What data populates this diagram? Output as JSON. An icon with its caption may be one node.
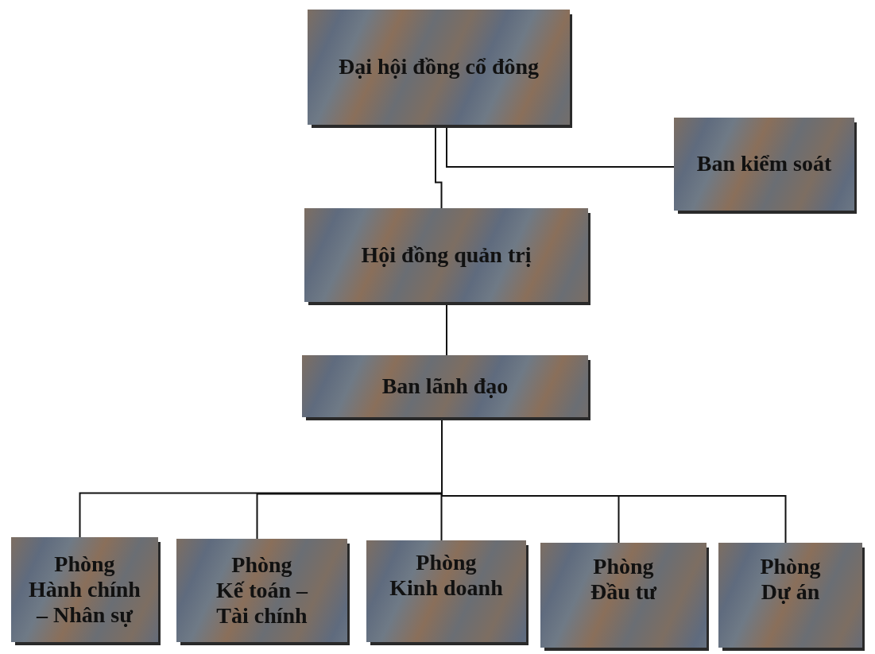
{
  "diagram": {
    "nodes": [
      {
        "text": [
          "Đại hội đồng cổ đông"
        ]
      },
      {
        "text": [
          "Ban kiểm soát"
        ]
      },
      {
        "text": [
          "Hội đồng quản trị"
        ]
      },
      {
        "text": [
          "Ban lãnh đạo"
        ]
      },
      {
        "text": [
          "Phòng Hành chính – Nhân sự"
        ]
      },
      {
        "text": [
          "Phòng Kế toán – Tài chính"
        ]
      },
      {
        "text": [
          "Phòng Kinh doanh"
        ]
      },
      {
        "text": [
          "Phòng Đầu tư"
        ]
      },
      {
        "text": [
          "Phòng Dự án"
        ]
      }
    ],
    "edges": [
      {
        "from": 0,
        "to": 2,
        "arrow": "none"
      },
      {
        "from": 0,
        "to": 1,
        "arrow": "none"
      },
      {
        "from": 2,
        "to": 3,
        "arrow": "none"
      },
      {
        "from": 3,
        "to": 4,
        "arrow": "none"
      },
      {
        "from": 3,
        "to": 5,
        "arrow": "none"
      },
      {
        "from": 3,
        "to": 6,
        "arrow": "none"
      },
      {
        "from": 3,
        "to": 7,
        "arrow": "none"
      },
      {
        "from": 3,
        "to": 8,
        "arrow": "none"
      }
    ]
  }
}
